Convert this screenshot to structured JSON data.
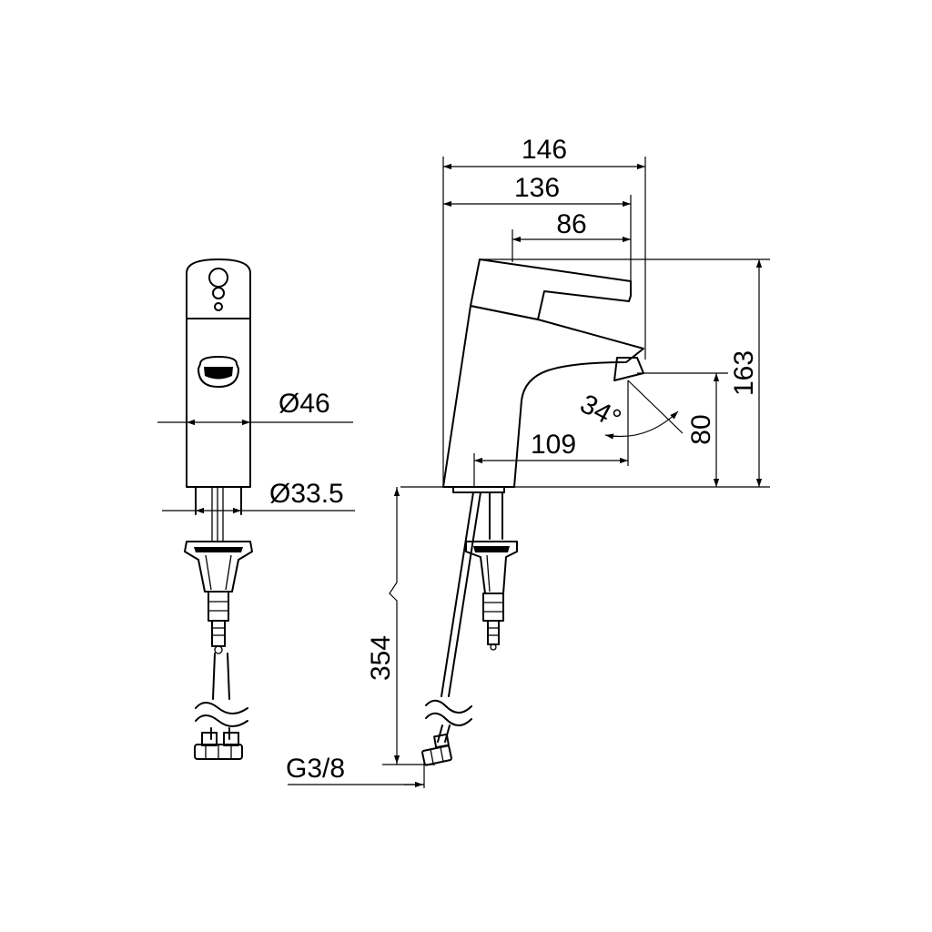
{
  "drawing": {
    "dimensions": {
      "overall_length": "146",
      "lever_reach": "136",
      "lever_length": "86",
      "total_height": "163",
      "spout_height": "80",
      "spout_projection": "109",
      "spray_angle": "34°",
      "body_diameter": "Ø46",
      "shank_diameter": "Ø33.5",
      "hose_length": "354",
      "connection_thread": "G3/8"
    }
  }
}
